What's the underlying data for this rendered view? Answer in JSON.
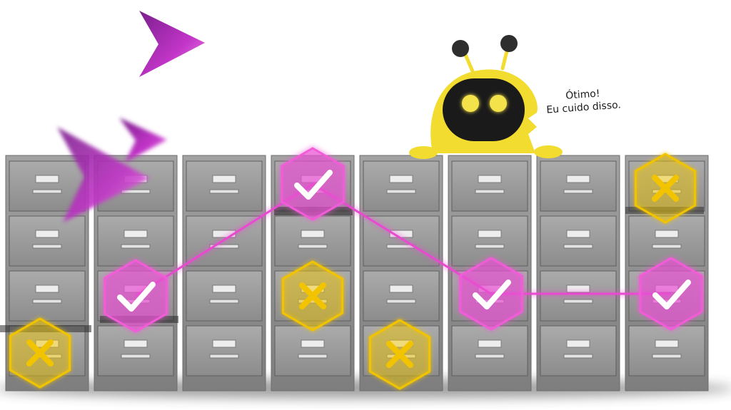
{
  "speech_bubble": {
    "line1": "Ótimo!",
    "line2": "Eu cuido disso."
  },
  "colors": {
    "cabinet": "#8f8f8f",
    "drawer": "#9d9d9d",
    "handle": "#e9e9e9",
    "accent_pink": "#e040c8",
    "accent_yellow": "#f2c400",
    "robot_body": "#f2dc2f",
    "robot_face": "#1a1a1a",
    "robot_eyes": "#f3e24a"
  },
  "markers": [
    {
      "name": "check-marker-1",
      "kind": "check"
    },
    {
      "name": "check-marker-2",
      "kind": "check"
    },
    {
      "name": "check-marker-3",
      "kind": "check"
    },
    {
      "name": "check-marker-4",
      "kind": "check"
    },
    {
      "name": "cross-marker-1",
      "kind": "cross"
    },
    {
      "name": "cross-marker-2",
      "kind": "cross"
    },
    {
      "name": "cross-marker-3",
      "kind": "cross"
    },
    {
      "name": "cross-marker-4",
      "kind": "cross"
    }
  ]
}
